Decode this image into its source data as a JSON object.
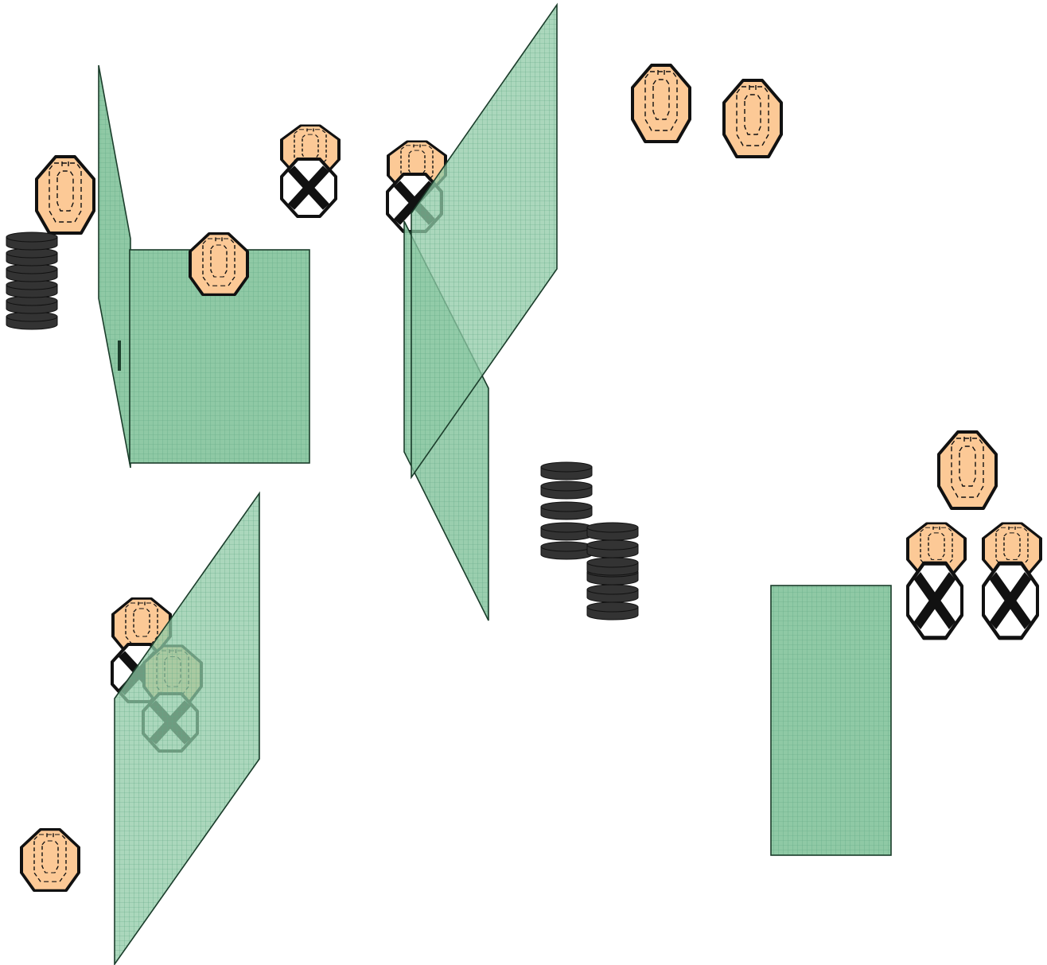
{
  "diagram": {
    "colors": {
      "panel_fill": "#8fc9a5",
      "panel_grid": "#5fa883",
      "panel_stroke": "#1b3d2b",
      "target_fill": "#fcc996",
      "target_stroke": "#111111",
      "no_shoot_fill": "#ffffff",
      "barrel_fill": "#333333"
    },
    "elements": {
      "walls": [
        "vision-barrier-left-slanted",
        "vision-barrier-left-front",
        "vision-barrier-center-tall",
        "vision-barrier-center-angled",
        "vision-barrier-lower-left",
        "vision-barrier-right"
      ],
      "barrel_stacks": [
        "barrel-stack-left",
        "barrel-stack-center-a",
        "barrel-stack-center-b"
      ],
      "targets": [
        "shoot-target",
        "shoot-target-with-no-shoot",
        "no-shoot-target"
      ]
    }
  }
}
